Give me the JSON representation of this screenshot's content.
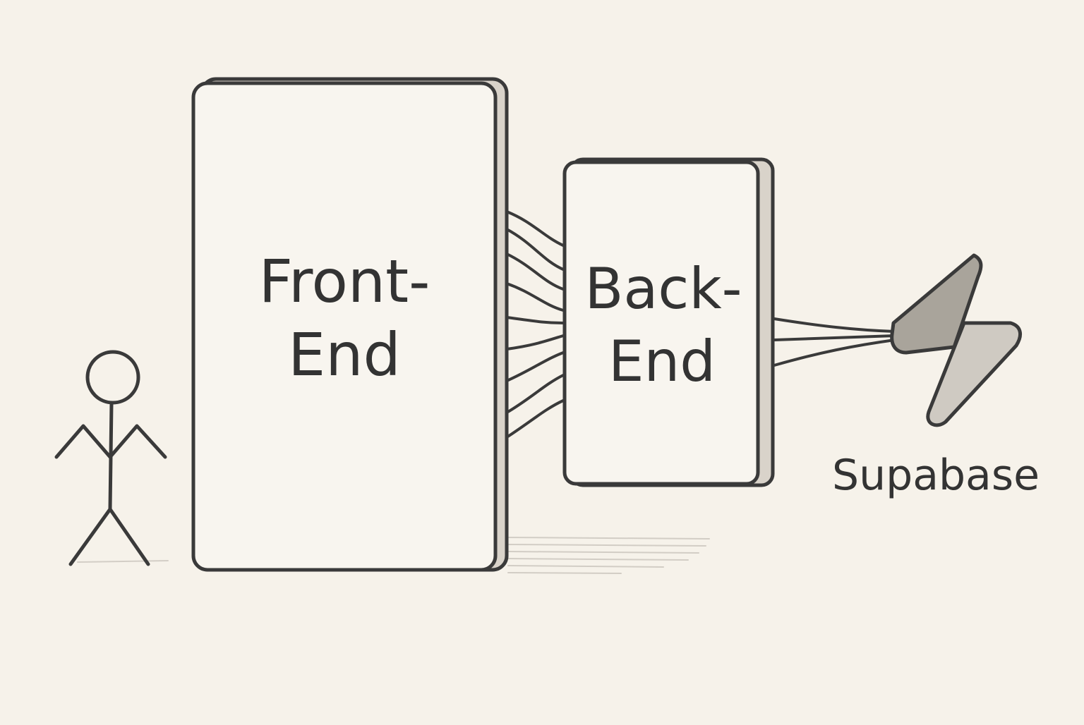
{
  "colors": {
    "background": "#f6f2ea",
    "stroke": "#3a3a3a",
    "box_fill": "#f8f5ef",
    "box_side": "#d9d3ca",
    "logo_dark": "#a9a49b",
    "logo_light": "#cfcac2",
    "shadow": "#cfcac2"
  },
  "frontend": {
    "label_line1": "Front-",
    "label_line2": "End"
  },
  "backend": {
    "label_line1": "Back-",
    "label_line2": "End"
  },
  "supabase": {
    "label": "Supabase",
    "icon": "supabase-lightning-icon"
  },
  "user": {
    "icon": "stick-figure-user-icon"
  }
}
